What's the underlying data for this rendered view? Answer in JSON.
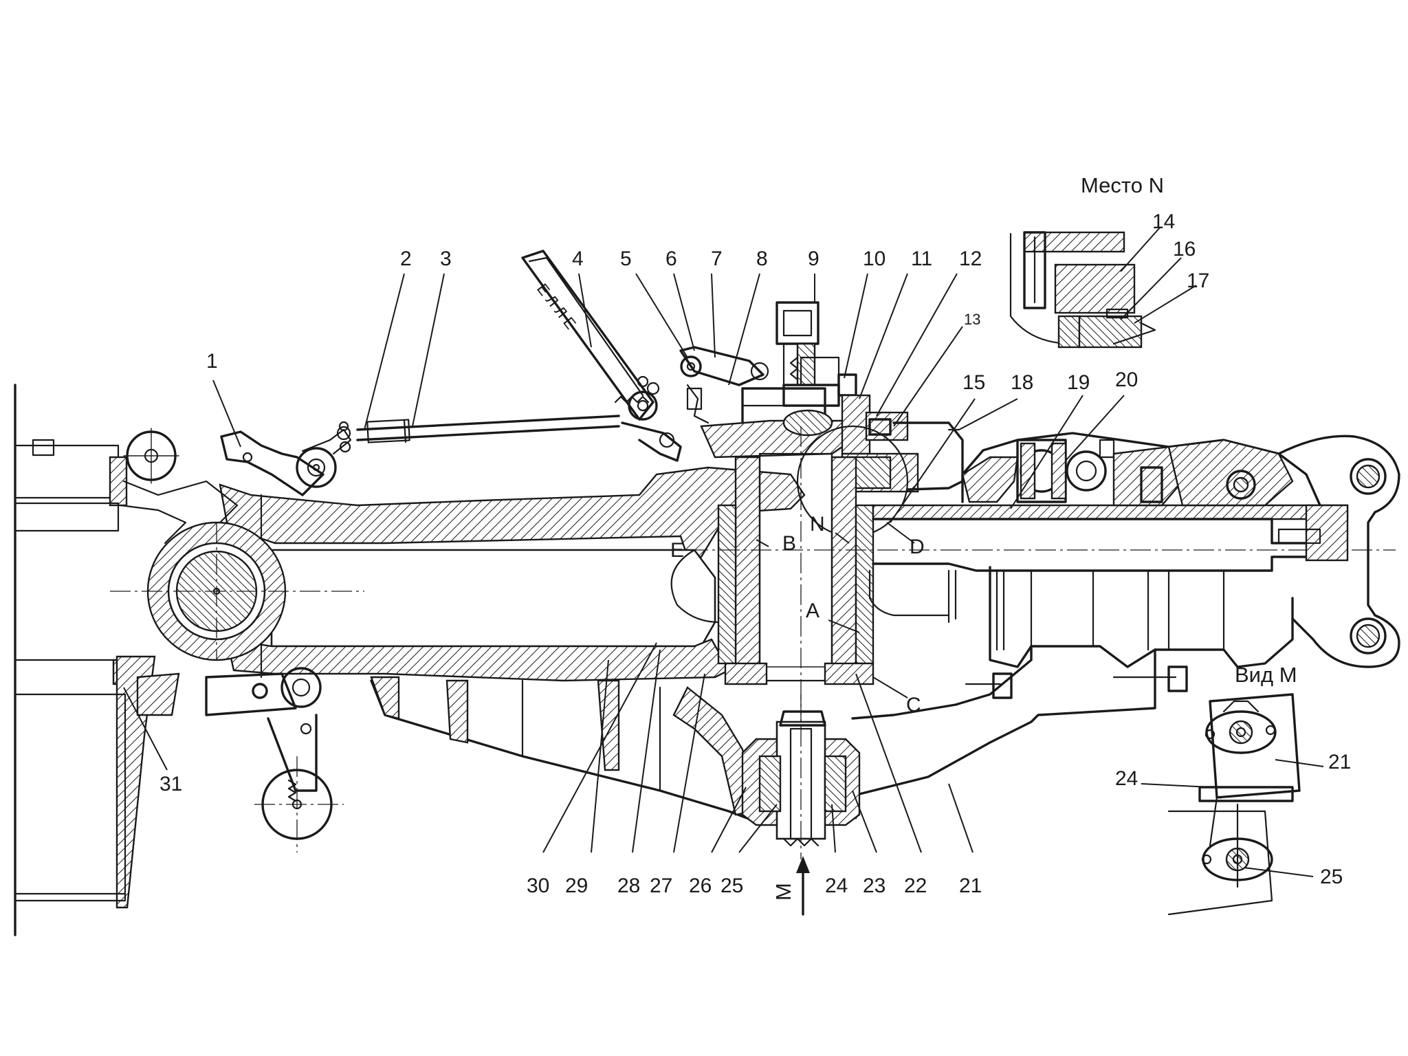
{
  "part_labels": [
    "1",
    "2",
    "3",
    "4",
    "5",
    "6",
    "7",
    "8",
    "9",
    "10",
    "11",
    "12",
    "13",
    "14",
    "15",
    "16",
    "17",
    "18",
    "19",
    "20",
    "21",
    "22",
    "23",
    "24",
    "25",
    "26",
    "27",
    "28",
    "29",
    "30",
    "31"
  ],
  "detail_n": {
    "caption": "Место N",
    "labels": [
      "14",
      "16",
      "17"
    ]
  },
  "view_m": {
    "caption": "Вид М",
    "labels": [
      "21",
      "24",
      "25"
    ]
  },
  "letter_marks": [
    "A",
    "B",
    "C",
    "D",
    "E",
    "N"
  ],
  "direction_arrow": "M"
}
